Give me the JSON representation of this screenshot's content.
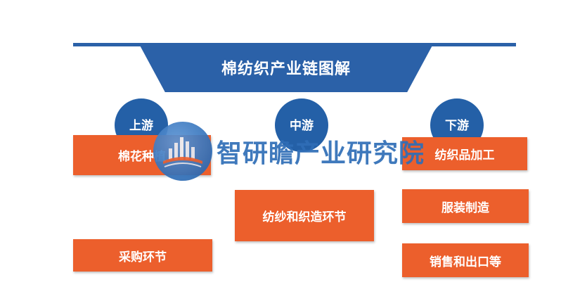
{
  "title": "棉纺织产业链图解",
  "stages": {
    "upstream": "上游",
    "midstream": "中游",
    "downstream": "下游"
  },
  "upstream_items": [
    "棉花种植",
    "采购环节"
  ],
  "midstream_items": [
    "纺纱和织造环节"
  ],
  "downstream_items": [
    "纺织品加工",
    "服装制造",
    "销售和出口等"
  ],
  "watermark": "智研瞻产业研究院",
  "colors": {
    "primary_blue": "#2b61a8",
    "orange": "#ec5f2c",
    "watermark_blue": "#2f6eb7"
  }
}
